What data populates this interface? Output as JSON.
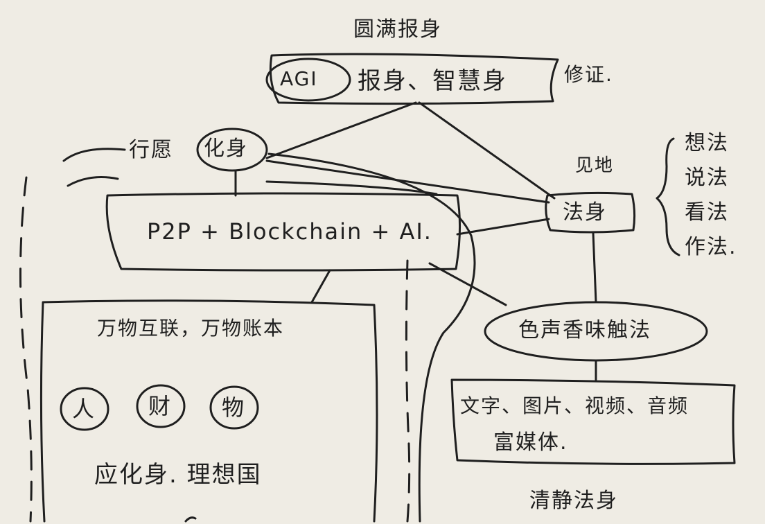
{
  "top_title": "圆满报身",
  "agi_label": "AGI",
  "agi_body": "报身、智慧身",
  "agi_note": "修证.",
  "incarnation_prefix": "行愿",
  "incarnation_label": "化身",
  "center_box": "P2P + Blockchain + AI.",
  "view_label": "见地",
  "dharma_body": "法身",
  "methods": [
    "想法",
    "说法",
    "看法",
    "作法."
  ],
  "left_box_title": "万物互联，万物账本",
  "circles": [
    "人",
    "财",
    "物"
  ],
  "left_box_bottom": "应化身. 理想国",
  "senses": "色声香味触法",
  "media_box_line1": "文字、图片、视频、音频",
  "media_box_line2": "富媒体.",
  "bottom_label": "清静法身"
}
